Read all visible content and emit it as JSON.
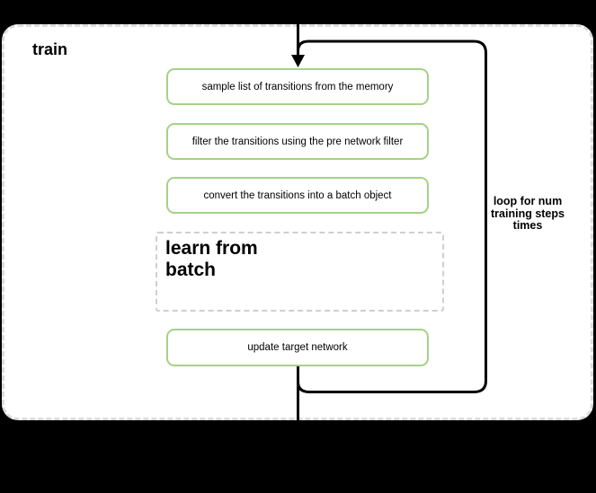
{
  "frame": {
    "title": "train"
  },
  "steps": [
    {
      "label": "sample list of transitions from the memory"
    },
    {
      "label": "filter the transitions using the pre network filter"
    },
    {
      "label": "convert the transitions into a batch object"
    },
    {
      "label": "update target network"
    }
  ],
  "learn": {
    "label": "learn from\nbatch"
  },
  "loop": {
    "label": "loop for num\ntraining steps\ntimes"
  },
  "colors": {
    "background": "#000000",
    "frame_fill": "#ffffff",
    "frame_border": "#dcdcdc",
    "box_border": "#a5d284",
    "dashed_box_border": "#cfcfcf",
    "line": "#000000"
  }
}
